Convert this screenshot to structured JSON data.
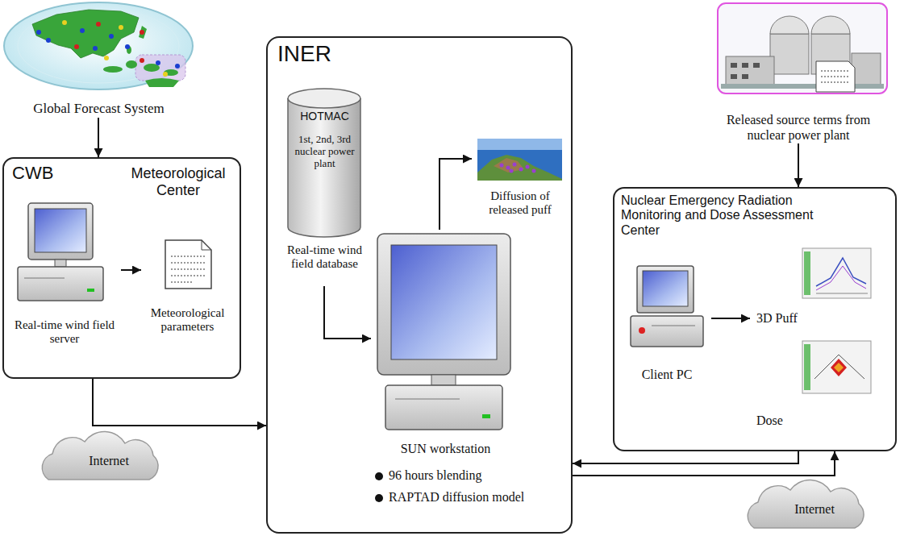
{
  "diagram": {
    "nodes": [
      {
        "text": [
          "Global Forecast System"
        ]
      },
      {
        "text": [
          "CWB",
          "Meteorological Center"
        ]
      },
      {
        "text": [
          "Real-time wind field server"
        ],
        "in": 1
      },
      {
        "text": [
          "Meteorological parameters"
        ],
        "in": 1
      },
      {
        "text": [
          "Internet"
        ]
      },
      {
        "text": [
          "INER"
        ]
      },
      {
        "text": [
          "HOTMAC",
          "1st, 2nd, 3rd nuclear power plant",
          "Real-time wind field database"
        ],
        "in": 5
      },
      {
        "text": [
          "SUN workstation"
        ],
        "in": 5
      },
      {
        "text": [
          "Diffusion of released puff"
        ],
        "in": 5
      },
      {
        "text": [
          "Released source terms from nuclear power plant"
        ]
      },
      {
        "text": [
          "Nuclear Emergency Radiation Monitoring and Dose Assessment Center"
        ]
      },
      {
        "text": [
          "Client PC"
        ],
        "in": 10
      },
      {
        "text": [
          "3D Puff"
        ],
        "in": 10
      },
      {
        "text": [
          "Dose"
        ],
        "in": 10
      },
      {
        "text": [
          "Internet"
        ]
      }
    ],
    "edges": [
      {
        "from": 0,
        "to": 1,
        "arrow": "to"
      },
      {
        "from": 2,
        "to": 3,
        "arrow": "to"
      },
      {
        "from": 1,
        "to": 5,
        "arrow": "to"
      },
      {
        "from": 6,
        "to": 7,
        "arrow": "to"
      },
      {
        "from": 7,
        "to": 8,
        "arrow": "to"
      },
      {
        "from": 9,
        "to": 10,
        "arrow": "to"
      },
      {
        "from": 11,
        "to": 12,
        "arrow": "to"
      },
      {
        "from": 10,
        "to": 5,
        "arrow": "to"
      },
      {
        "from": 5,
        "to": 10,
        "arrow": "to"
      }
    ],
    "labels": [
      "96 hours blending",
      "RAPTAD diffusion model"
    ]
  }
}
